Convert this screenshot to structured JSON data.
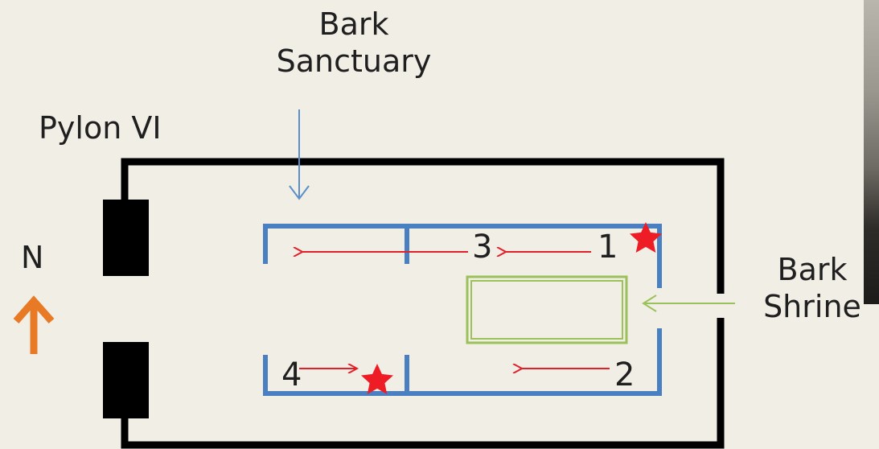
{
  "labels": {
    "bark_sanctuary_line1": "Bark",
    "bark_sanctuary_line2": "Sanctuary",
    "pylon": "Pylon VI",
    "north": "N",
    "bark_shrine_line1": "Bark",
    "bark_shrine_line2": "Shrine"
  },
  "numbers": {
    "n1": "1",
    "n2": "2",
    "n3": "3",
    "n4": "4"
  },
  "colors": {
    "background": "#f1eee6",
    "outer_wall": "#000000",
    "sanctuary_wall": "#4a7fc1",
    "shrine_box": "#9bc25a",
    "path_arrow": "#e3202a",
    "star": "#ee1c25",
    "north_arrow": "#e87a25",
    "pointer_blue": "#5b8fc9",
    "pointer_green": "#9bc25a"
  },
  "icons": {
    "star_marker": "red-star-icon",
    "north_arrow": "orange-up-arrow-icon"
  }
}
